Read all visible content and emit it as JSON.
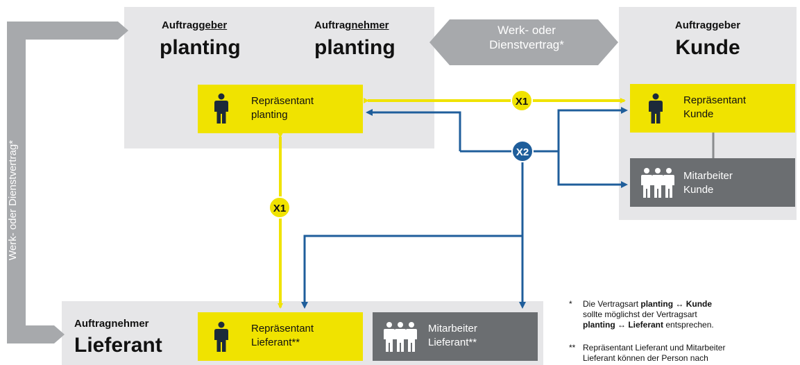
{
  "client": {
    "role_prefix": "Auftrag",
    "role_suffix": "geber",
    "name": "planting"
  },
  "contractor": {
    "role_prefix": "Auftrag",
    "role_suffix": "nehmer",
    "name": "planting"
  },
  "customer": {
    "role": "Auftraggeber",
    "name": "Kunde"
  },
  "supplier": {
    "role": "Auftragnehmer",
    "name": "Lieferant"
  },
  "contract_horizontal": {
    "line1": "Werk- oder",
    "line2": "Dienstvertrag*"
  },
  "contract_vertical": "Werk- oder Dienstvertrag*",
  "boxes": {
    "rep_planting": {
      "line1": "Repräsentant",
      "line2": "planting"
    },
    "rep_kunde": {
      "line1": "Repräsentant",
      "line2": "Kunde"
    },
    "mit_kunde": {
      "line1": "Mitarbeiter",
      "line2": "Kunde"
    },
    "rep_lieferant": {
      "line1": "Repräsentant",
      "line2": "Lieferant**"
    },
    "mit_lieferant": {
      "line1": "Mitarbeiter",
      "line2": "Lieferant**"
    }
  },
  "badges": {
    "x1_top": "X1",
    "x1_left": "X1",
    "x2": "X2"
  },
  "notes": {
    "note1_marker": "*",
    "note1_a": "Die Vertragsart ",
    "note1_b": "planting ↔ Kunde",
    "note1_c": "sollte möglichst der Vertragsart",
    "note1_d": "planting ↔ Lieferant",
    "note1_e": " entsprechen.",
    "note2_marker": "**",
    "note2_a": "Repräsentant Lieferant und Mitarbeiter",
    "note2_b": "Lieferant können der Person nach"
  },
  "colors": {
    "yellow": "#f0e300",
    "blue": "#1f5e9b",
    "panel": "#e6e6e8",
    "dark_gray": "#6b6e71",
    "arrow_gray": "#a7a9ac",
    "badge_yellow": "#f0e300",
    "badge_blue": "#1f5e9b"
  },
  "icons": {
    "person": "person-icon",
    "group": "group-icon"
  }
}
